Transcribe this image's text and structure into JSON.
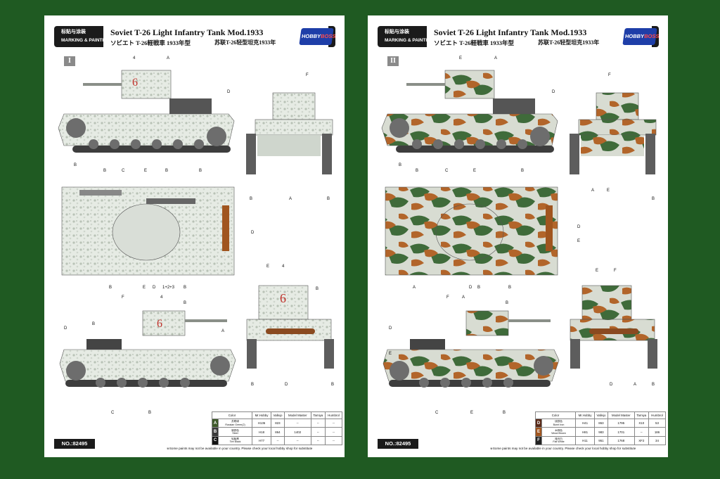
{
  "background_color": "#1f5a22",
  "sheets": [
    {
      "header": {
        "cn_label": "标贴与涂装",
        "en_label": "MARKING & PAINTING",
        "title": "Soviet T-26 Light Infantry Tank Mod.1933",
        "jp_title": "ソビエト T-26軽戦車 1933年型",
        "cn_title": "苏联T-26轻型坦克1933年",
        "logo_a": "HOBBY",
        "logo_b": "BOSS"
      },
      "step": "I",
      "scheme": "winter-whitewash",
      "callouts": {
        "side_top": [
          "4",
          "A"
        ],
        "side_right": "D",
        "side_bottom": [
          "B",
          "C",
          "E",
          "B",
          "B"
        ],
        "front_top": "F",
        "front_bottom": [
          "B",
          "A",
          "B"
        ],
        "top_right": "D",
        "top_bottom": [
          "B",
          "E",
          "D",
          "1+2+3",
          "B"
        ],
        "rear_top": [
          "F",
          "4",
          "B"
        ],
        "rear_side": [
          "D",
          "A"
        ],
        "rear_bottom": [
          "B",
          "C",
          "B"
        ],
        "back_top": [
          "E",
          "4",
          "B"
        ],
        "back_bottom": [
          "B",
          "D",
          "B"
        ]
      },
      "turret_number": "6",
      "color_table": {
        "headers": [
          "Color",
          "Mr.Hobby",
          "Vallejo",
          "Model Master",
          "Tamiya",
          "Humbrol"
        ],
        "rows": [
          {
            "code": "A",
            "code_color": "#3e5a2a",
            "name_cn": "苏联绿",
            "name_en": "Russian Green(2)",
            "mrhobby": "H136",
            "vallejo": "823",
            "modelmaster": "--",
            "tamiya": "--",
            "humbrol": "--"
          },
          {
            "code": "B",
            "code_color": "#3a3a3a",
            "name_cn": "钢铁色",
            "name_en": "Steel",
            "mrhobby": "H18",
            "vallejo": "864",
            "modelmaster": "1402",
            "tamiya": "--",
            "humbrol": "--"
          },
          {
            "code": "C",
            "code_color": "#111111",
            "name_cn": "轮胎黑",
            "name_en": "Tire Black",
            "mrhobby": "H77",
            "vallejo": "--",
            "modelmaster": "--",
            "tamiya": "--",
            "humbrol": "--"
          }
        ]
      },
      "number": "NO.:82495",
      "note": "※Some paints may not be available in your country. Please check your local hobby shop for substitute"
    },
    {
      "header": {
        "cn_label": "标贴与涂装",
        "en_label": "MARKING & PAINTING",
        "title": "Soviet T-26 Light Infantry Tank Mod.1933",
        "jp_title": "ソビエト T-26軽戦車 1933年型",
        "cn_title": "苏联T-26轻型坦克1933年",
        "logo_a": "HOBBY",
        "logo_b": "BOSS"
      },
      "step": "II",
      "scheme": "three-tone-camouflage",
      "callouts": {
        "side_top": [
          "E",
          "A"
        ],
        "side_right": "D",
        "side_bottom": [
          "B",
          "C",
          "E",
          "B"
        ],
        "front_top": "F",
        "front_bottom": [
          "A",
          "E",
          "B"
        ],
        "top_right": [
          "D",
          "E"
        ],
        "top_bottom": [
          "A",
          "D",
          "B",
          "B"
        ],
        "rear_top": [
          "F",
          "A",
          "B"
        ],
        "rear_side": [
          "D",
          "E"
        ],
        "rear_bottom": [
          "C",
          "E",
          "B"
        ],
        "back_top": [
          "E",
          "F"
        ],
        "back_bottom": [
          "D",
          "A",
          "B"
        ]
      },
      "color_table": {
        "headers": [
          "Color",
          "Mr.Hobby",
          "Vallejo",
          "Model Master",
          "Tamiya",
          "Humbrol"
        ],
        "rows": [
          {
            "code": "D",
            "code_color": "#5a2a18",
            "name_cn": "烧铁色",
            "name_en": "Burnt Iron",
            "mrhobby": "H41",
            "vallejo": "863",
            "modelmaster": "1795",
            "tamiya": "X10",
            "humbrol": "53"
          },
          {
            "code": "E",
            "code_color": "#a0551f",
            "name_cn": "木棕色",
            "name_en": "Wood Brown",
            "mrhobby": "H81",
            "vallejo": "983",
            "modelmaster": "1701",
            "tamiya": "--",
            "humbrol": "186"
          },
          {
            "code": "F",
            "code_color": "#222222",
            "name_cn": "哑光白",
            "name_en": "Flat White",
            "mrhobby": "H11",
            "vallejo": "951",
            "modelmaster": "1768",
            "tamiya": "XF2",
            "humbrol": "34"
          }
        ]
      },
      "number": "NO.:82495",
      "note": "※Some paints may not be available in your country. Please check your local hobby shop for substitute"
    }
  ]
}
